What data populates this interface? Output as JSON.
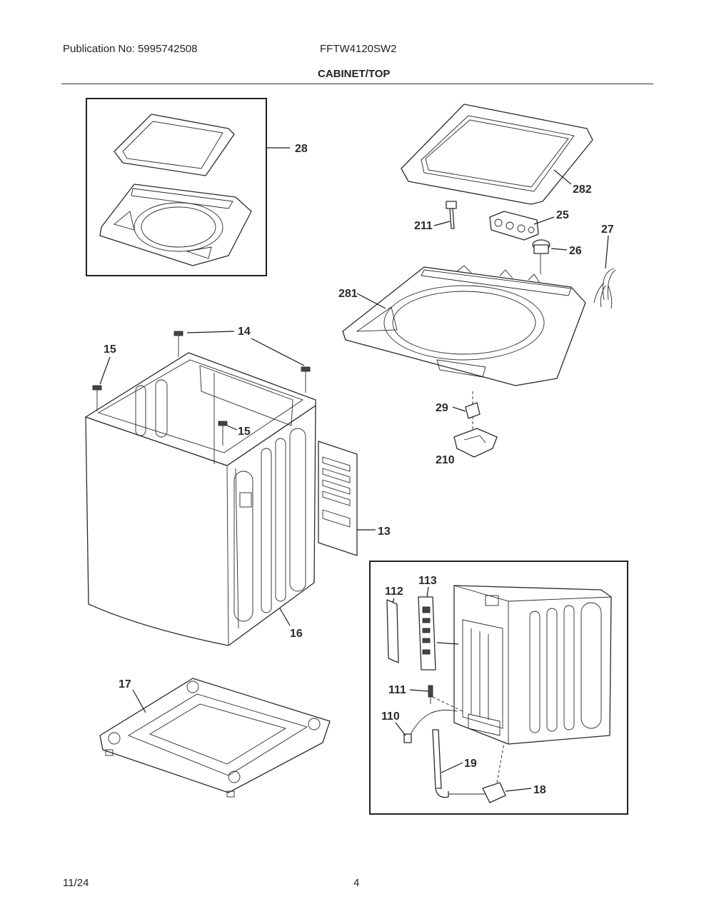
{
  "header": {
    "publication": "Publication No: 5995742508",
    "model": "FFTW4120SW2",
    "section": "CABINET/TOP"
  },
  "footer": {
    "date": "11/24",
    "page": "4"
  },
  "callouts": {
    "c28": "28",
    "c282": "282",
    "c25": "25",
    "c211": "211",
    "c27": "27",
    "c26": "26",
    "c281": "281",
    "c14": "14",
    "c15a": "15",
    "c15b": "15",
    "c29": "29",
    "c210": "210",
    "c13": "13",
    "c16": "16",
    "c17": "17",
    "c113": "113",
    "c112": "112",
    "c111": "111",
    "c110": "110",
    "c19": "19",
    "c18": "18"
  }
}
